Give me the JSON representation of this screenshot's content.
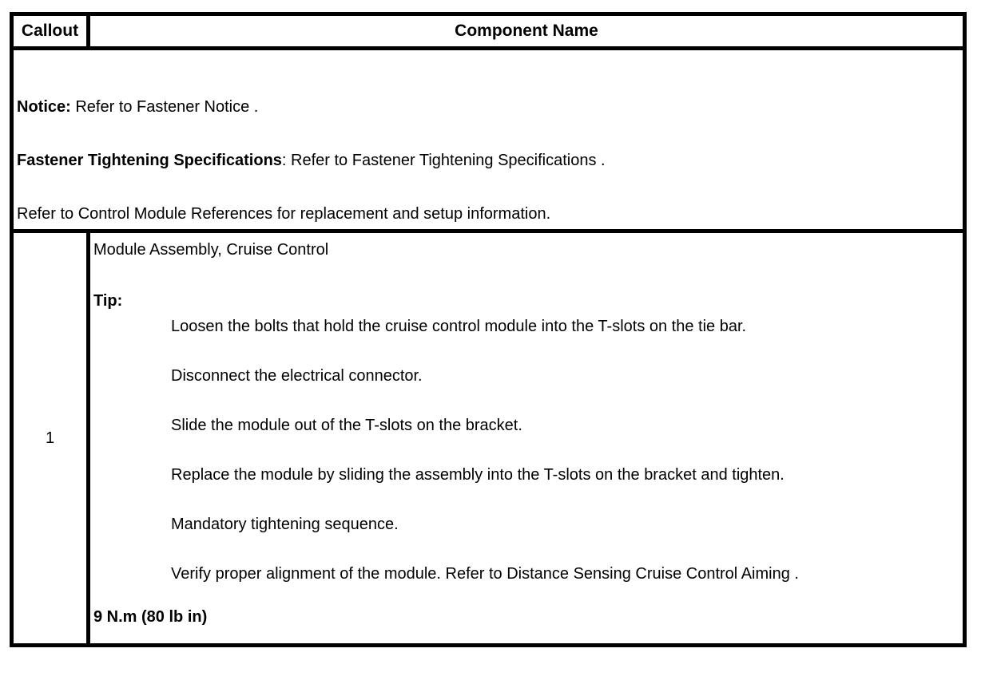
{
  "table": {
    "header": {
      "callout": "Callout",
      "component_name": "Component Name"
    },
    "notice": {
      "line1_bold": "Notice:",
      "line1_rest": " Refer to Fastener Notice .",
      "line2_bold": "Fastener Tightening Specifications",
      "line2_rest": ": Refer to Fastener Tightening Specifications .",
      "line3": "Refer to Control Module References for replacement and setup information."
    },
    "row": {
      "callout": "1",
      "title": "Module Assembly, Cruise Control",
      "tip_label": "Tip:",
      "tip_items": [
        "Loosen the bolts that hold the cruise control module into the T-slots on the tie bar.",
        "Disconnect the electrical connector.",
        "Slide the module out of the T-slots on the bracket.",
        "Replace the module by sliding the assembly into the T-slots on the bracket and tighten.",
        "Mandatory tightening sequence.",
        "Verify proper alignment of the module. Refer to Distance Sensing Cruise Control Aiming ."
      ],
      "torque": "9 N.m (80 lb in)"
    }
  }
}
